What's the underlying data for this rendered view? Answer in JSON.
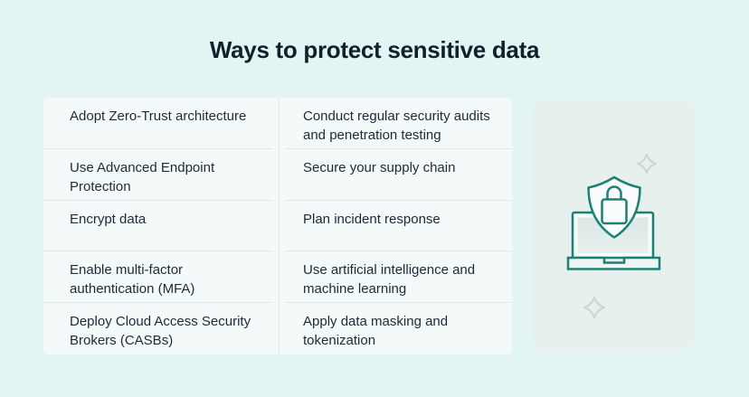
{
  "title": "Ways to protect sensitive data",
  "list": {
    "columns": [
      {
        "items": [
          "Adopt Zero-Trust architecture",
          "Use Advanced Endpoint Protection",
          "Encrypt data",
          "Enable multi-factor authentication (MFA)",
          "Deploy Cloud Access Security Brokers (CASBs)"
        ]
      },
      {
        "items": [
          "Conduct regular security audits and penetration testing",
          "Secure your supply chain",
          "Plan incident response",
          "Use artificial intelligence and machine learning",
          "Apply data masking and tokenization"
        ]
      }
    ]
  },
  "illustration": {
    "name": "laptop-with-shield-and-lock",
    "stroke_color": "#1b8173",
    "sparkle_color": "#c5d8d5",
    "card_color": "#e8f0ee",
    "shield_fill": "#f9fdfc",
    "screen_fill_top": "#dbe7e5",
    "screen_fill_bottom": "#e7f0ee"
  },
  "colors": {
    "page_background": "#e3f5f3",
    "list_background": "#f3faf9",
    "divider": "#dde9e8",
    "text": "#1d2b36",
    "title_text": "#13202b"
  }
}
